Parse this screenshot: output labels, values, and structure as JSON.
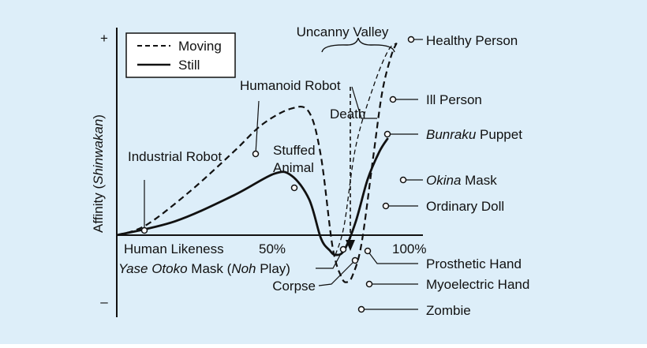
{
  "colors": {
    "background": "#ddeef9",
    "ink": "#111111",
    "marker_fill": "#ffffff"
  },
  "chart_data": {
    "type": "line",
    "title": "Uncanny Valley",
    "ylabel": {
      "pre": "Affinity (",
      "italic": "Shinwakan",
      "post": ")"
    },
    "xlabel": "Human Likeness",
    "x_tick_labels": [
      {
        "x": 50,
        "label": "50%"
      },
      {
        "x": 100,
        "label": "100%"
      }
    ],
    "y_tick_labels": [
      {
        "y": 1,
        "label": "+"
      },
      {
        "y": -1,
        "label": "–"
      }
    ],
    "xlim": [
      0,
      105
    ],
    "ylim": [
      -1,
      1
    ],
    "grid": false,
    "legend": {
      "position": "top-left",
      "entries": [
        {
          "series": "moving",
          "label": "Moving",
          "style": "dashed"
        },
        {
          "series": "still",
          "label": "Still",
          "style": "solid"
        }
      ]
    },
    "series": [
      {
        "name": "Moving",
        "style": "dashed",
        "points": [
          [
            0,
            0
          ],
          [
            10,
            0.05
          ],
          [
            25,
            0.22
          ],
          [
            40,
            0.42
          ],
          [
            50,
            0.56
          ],
          [
            60,
            0.64
          ],
          [
            66,
            0.62
          ],
          [
            70,
            0.4
          ],
          [
            74,
            -0.15
          ],
          [
            77,
            -0.55
          ],
          [
            79,
            -0.62
          ],
          [
            81,
            -0.52
          ],
          [
            84,
            -0.1
          ],
          [
            88,
            0.4
          ],
          [
            91,
            0.72
          ],
          [
            94,
            0.9
          ],
          [
            96,
            0.97
          ]
        ]
      },
      {
        "name": "Still",
        "style": "solid",
        "points": [
          [
            0,
            0
          ],
          [
            20,
            0.07
          ],
          [
            40,
            0.2
          ],
          [
            54,
            0.31
          ],
          [
            60,
            0.3
          ],
          [
            66,
            0.18
          ],
          [
            70,
            -0.04
          ],
          [
            73,
            -0.2
          ],
          [
            75,
            -0.26
          ],
          [
            78,
            -0.2
          ],
          [
            82,
            0.07
          ],
          [
            86,
            0.28
          ],
          [
            90,
            0.42
          ],
          [
            93,
            0.49
          ]
        ]
      },
      {
        "name": "Thin dashed",
        "style": "thin-dashed",
        "points": [
          [
            75,
            -0.26
          ],
          [
            78,
            0.05
          ],
          [
            82,
            0.45
          ],
          [
            88,
            0.75
          ],
          [
            93,
            0.93
          ],
          [
            96,
            0.97
          ]
        ]
      }
    ],
    "annotations": [
      {
        "id": "healthy-person",
        "parts": [
          {
            "t": "Healthy Person"
          }
        ]
      },
      {
        "id": "ill-person",
        "parts": [
          {
            "t": "Ill Person"
          }
        ]
      },
      {
        "id": "bunraku-puppet",
        "parts": [
          {
            "t": "Bunraku",
            "italic": true
          },
          {
            "t": " Puppet"
          }
        ]
      },
      {
        "id": "okina-mask",
        "parts": [
          {
            "t": "Okina",
            "italic": true
          },
          {
            "t": " Mask"
          }
        ]
      },
      {
        "id": "ordinary-doll",
        "parts": [
          {
            "t": "Ordinary Doll"
          }
        ]
      },
      {
        "id": "prosthetic-hand",
        "parts": [
          {
            "t": "Prosthetic Hand"
          }
        ]
      },
      {
        "id": "myoelectric-hand",
        "parts": [
          {
            "t": "Myoelectric Hand"
          }
        ]
      },
      {
        "id": "zombie",
        "parts": [
          {
            "t": "Zombie"
          }
        ]
      },
      {
        "id": "corpse",
        "parts": [
          {
            "t": "Corpse"
          }
        ]
      },
      {
        "id": "yase-otoko-mask",
        "parts": [
          {
            "t": "Yase Otoko",
            "italic": true
          },
          {
            "t": " Mask ("
          },
          {
            "t": "Noh",
            "italic": true
          },
          {
            "t": " Play)"
          }
        ]
      },
      {
        "id": "humanoid-robot",
        "parts": [
          {
            "t": "Humanoid Robot"
          }
        ]
      },
      {
        "id": "industrial-robot",
        "parts": [
          {
            "t": "Industrial Robot"
          }
        ]
      },
      {
        "id": "stuffed-animal-1",
        "parts": [
          {
            "t": "Stuffed"
          }
        ]
      },
      {
        "id": "stuffed-animal-2",
        "parts": [
          {
            "t": "Animal"
          }
        ]
      },
      {
        "id": "death",
        "parts": [
          {
            "t": "Death"
          }
        ]
      }
    ]
  }
}
